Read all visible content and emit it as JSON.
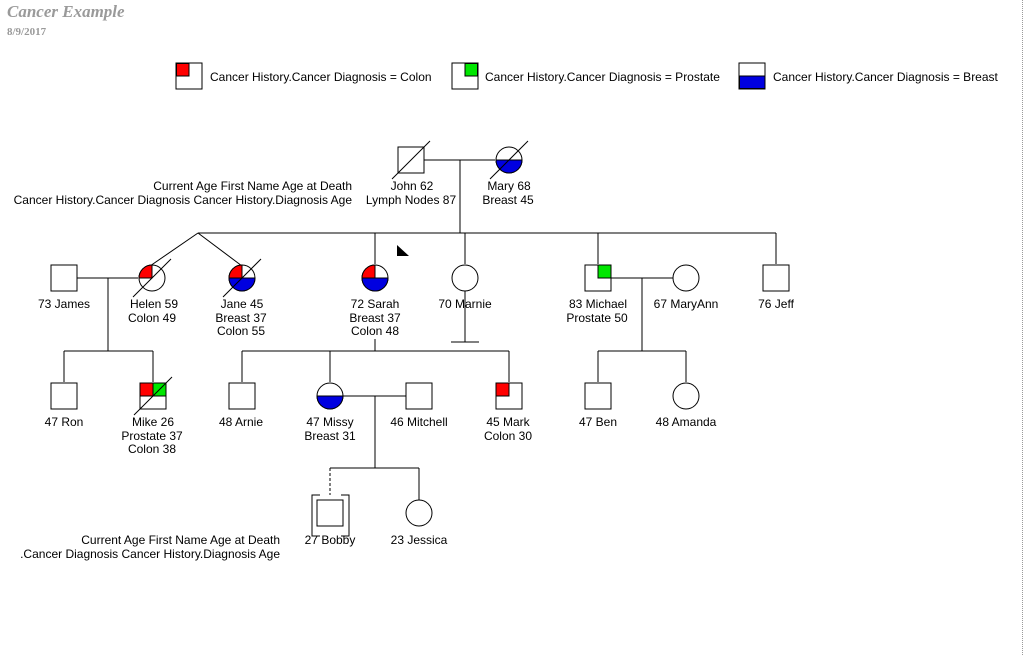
{
  "header": {
    "title": "Cancer Example",
    "date": "8/9/2017"
  },
  "colors": {
    "colon": "#ff0000",
    "prostate": "#00e600",
    "breast": "#0000e0",
    "line": "#000000",
    "muted": "#9a9a9a"
  },
  "legend": [
    {
      "label": "Cancer History.Cancer Diagnosis = Colon",
      "marker": "colon"
    },
    {
      "label": "Cancer History.Cancer Diagnosis = Prostate",
      "marker": "prostate"
    },
    {
      "label": "Cancer History.Cancer Diagnosis = Breast",
      "marker": "breast"
    }
  ],
  "label_keys": [
    {
      "lines": [
        "Current Age First Name Age at Death",
        "Cancer History.Cancer Diagnosis Cancer History.Diagnosis Age"
      ]
    },
    {
      "lines": [
        "Current Age First Name Age at Death",
        ".Cancer Diagnosis Cancer History.Diagnosis Age"
      ]
    }
  ],
  "people": [
    {
      "id": "john",
      "sex": "male",
      "deceased": true,
      "diagnoses": [],
      "label": [
        "John 62",
        "Lymph Nodes 87"
      ]
    },
    {
      "id": "mary",
      "sex": "female",
      "deceased": true,
      "diagnoses": [
        "breast"
      ],
      "label": [
        "Mary 68",
        "Breast 45"
      ]
    },
    {
      "id": "james",
      "sex": "male",
      "deceased": false,
      "diagnoses": [],
      "label": [
        "73 James"
      ]
    },
    {
      "id": "helen",
      "sex": "female",
      "deceased": true,
      "diagnoses": [
        "colon"
      ],
      "label": [
        "Helen 59",
        "Colon 49"
      ]
    },
    {
      "id": "jane",
      "sex": "female",
      "deceased": true,
      "diagnoses": [
        "colon",
        "breast"
      ],
      "label": [
        "Jane 45",
        "Breast 37",
        "Colon 55"
      ]
    },
    {
      "id": "sarah",
      "sex": "female",
      "deceased": false,
      "diagnoses": [
        "colon",
        "breast"
      ],
      "label": [
        "72 Sarah",
        "Breast 37",
        "Colon 48"
      ]
    },
    {
      "id": "marnie",
      "sex": "female",
      "deceased": false,
      "diagnoses": [],
      "label": [
        "70 Marnie"
      ]
    },
    {
      "id": "michael",
      "sex": "male",
      "deceased": false,
      "diagnoses": [
        "prostate"
      ],
      "label": [
        "83 Michael",
        "Prostate 50"
      ]
    },
    {
      "id": "maryann",
      "sex": "female",
      "deceased": false,
      "diagnoses": [],
      "label": [
        "67 MaryAnn"
      ]
    },
    {
      "id": "jeff",
      "sex": "male",
      "deceased": false,
      "diagnoses": [],
      "label": [
        "76 Jeff"
      ]
    },
    {
      "id": "ron",
      "sex": "male",
      "deceased": false,
      "diagnoses": [],
      "label": [
        "47 Ron"
      ]
    },
    {
      "id": "mike",
      "sex": "male",
      "deceased": true,
      "diagnoses": [
        "colon",
        "prostate"
      ],
      "label": [
        "Mike 26",
        "Prostate 37",
        "Colon 38"
      ]
    },
    {
      "id": "arnie",
      "sex": "male",
      "deceased": false,
      "diagnoses": [],
      "label": [
        "48 Arnie"
      ]
    },
    {
      "id": "missy",
      "sex": "female",
      "deceased": false,
      "diagnoses": [
        "breast"
      ],
      "label": [
        "47 Missy",
        "Breast 31"
      ]
    },
    {
      "id": "mitchell",
      "sex": "male",
      "deceased": false,
      "diagnoses": [],
      "label": [
        "46 Mitchell"
      ]
    },
    {
      "id": "mark",
      "sex": "male",
      "deceased": false,
      "diagnoses": [
        "colon"
      ],
      "label": [
        "45 Mark",
        "Colon 30"
      ]
    },
    {
      "id": "ben",
      "sex": "male",
      "deceased": false,
      "diagnoses": [],
      "label": [
        "47 Ben"
      ]
    },
    {
      "id": "amanda",
      "sex": "female",
      "deceased": false,
      "diagnoses": [],
      "label": [
        "48 Amanda"
      ]
    },
    {
      "id": "bobby",
      "sex": "male",
      "deceased": false,
      "adopted_in": true,
      "diagnoses": [],
      "label": [
        "27 Bobby"
      ]
    },
    {
      "id": "jessica",
      "sex": "female",
      "deceased": false,
      "diagnoses": [],
      "label": [
        "23 Jessica"
      ]
    }
  ],
  "relationships": [
    {
      "type": "couple",
      "a": "john",
      "b": "mary"
    },
    {
      "type": "couple",
      "a": "james",
      "b": "helen"
    },
    {
      "type": "couple",
      "a": "michael",
      "b": "maryann"
    },
    {
      "type": "couple",
      "a": "missy",
      "b": "mitchell"
    },
    {
      "type": "twins",
      "of": [
        "helen",
        "jane"
      ]
    },
    {
      "type": "no_children",
      "person": "marnie"
    },
    {
      "type": "children",
      "parents": [
        "john",
        "mary"
      ],
      "children": [
        "helen",
        "jane",
        "sarah",
        "marnie",
        "michael",
        "jeff"
      ]
    },
    {
      "type": "children",
      "parents": [
        "james",
        "helen"
      ],
      "children": [
        "ron",
        "mike"
      ]
    },
    {
      "type": "children",
      "parents": [
        "sarah"
      ],
      "children": [
        "arnie",
        "missy",
        "mark"
      ]
    },
    {
      "type": "children",
      "parents": [
        "michael",
        "maryann"
      ],
      "children": [
        "ben",
        "amanda"
      ]
    },
    {
      "type": "children",
      "parents": [
        "missy",
        "mitchell"
      ],
      "children": [
        "bobby",
        "jessica"
      ]
    }
  ]
}
